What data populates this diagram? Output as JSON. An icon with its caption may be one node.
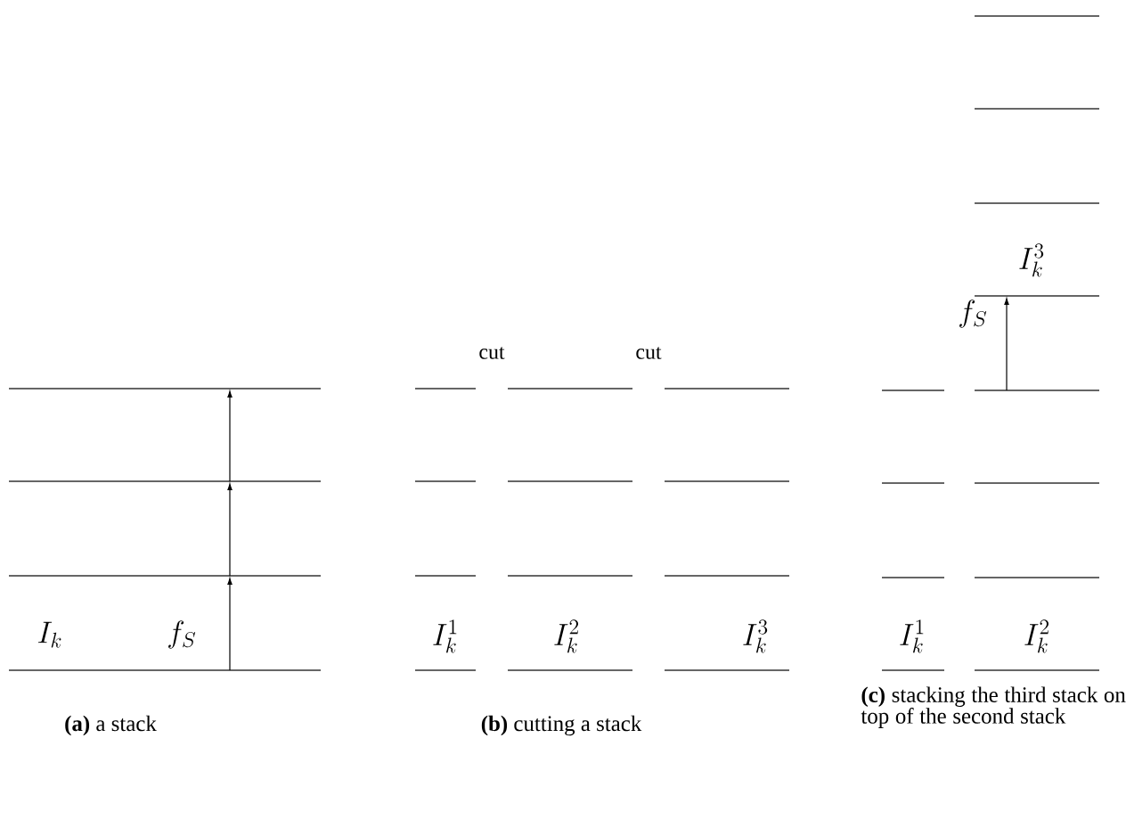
{
  "diagram": {
    "labels": [
      "I_k",
      "f_S",
      "**(a)** a stack",
      "cut",
      "cut",
      "I_k^1",
      "I_k^2",
      "I_k^3",
      "**(b)** cutting a stack",
      "I_k^3",
      "f_S",
      "I_k^1",
      "I_k^2",
      "**(c)** stacking the third stack on top of the second stack"
    ]
  }
}
